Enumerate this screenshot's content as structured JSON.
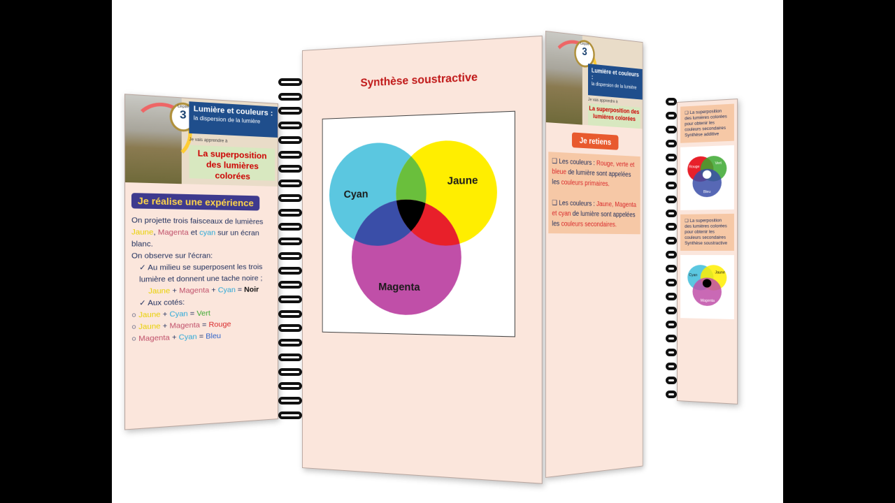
{
  "lesson": {
    "badge_label": "Leçon",
    "badge_number": "3",
    "title": "Lumière et couleurs :",
    "subtitle": "la dispersion de la lumière",
    "small_line": "Je vais apprendre à",
    "topic": "La superposition des lumières colorées"
  },
  "experiment": {
    "heading": "Je réalise une expérience",
    "intro_1": "On projette trois faisceaux de lumières",
    "yellow": "Jaune",
    "comma": ",",
    "magenta": "Magenta",
    "and": "et",
    "cyan": "cyan",
    "intro_2": "sur un écran blanc.",
    "observe": "On observe sur l'écran:",
    "b1": "Au milieu se superposent les trois lumière et donnent une tache noire ;",
    "eq1": {
      "a": "Jaune",
      "b": "Magenta",
      "c": "Cyan",
      "r": "Noir"
    },
    "sides": "Aux cotés:",
    "eq2": {
      "a": "Jaune",
      "b": "Cyan",
      "r": "Vert"
    },
    "eq3": {
      "a": "Jaune",
      "b": "Magenta",
      "r": "Rouge"
    },
    "eq4": {
      "a": "Magenta",
      "b": "Cyan",
      "r": "Bleu"
    }
  },
  "center": {
    "title": "Synthèse soustractive",
    "venn": {
      "c1": "Cyan",
      "c2": "Jaune",
      "c3": "Magenta"
    }
  },
  "retiens": {
    "label": "Je retiens",
    "b1_prefix": "Les couleurs :",
    "b1_colors": "Rouge, verte et bleue",
    "b1_mid": "de lumière sont appelées les",
    "b1_term": "couleurs primaires.",
    "b2_prefix": "Les couleurs :",
    "b2_colors": "Jaune, Magenta et cyan",
    "b2_mid": "de lumière sont appelées les",
    "b2_term": "couleurs secondaires."
  },
  "far": {
    "note1": "La superposition des lumières colorées pour obtenir les couleurs secondaires Synthèse additive",
    "note2": "La superposition des lumières colorées pour obtenir les couleurs secondaires Synthèse soustractive",
    "v1": {
      "a": "Rouge",
      "b": "Vert",
      "c": "Bleu"
    },
    "v2": {
      "a": "Cyan",
      "b": "Jaune",
      "c": "Magenta"
    }
  },
  "symbols": {
    "plus": "+",
    "equals": "=",
    "check": "✓",
    "circle": "○",
    "square": "❑"
  },
  "colors": {
    "cyan": "#5bc7e0",
    "yellow": "#ffee00",
    "magenta": "#c04fa8",
    "green": "#6abf3c",
    "red": "#e8202a",
    "blue": "#3a4ea8",
    "black": "#000000"
  }
}
